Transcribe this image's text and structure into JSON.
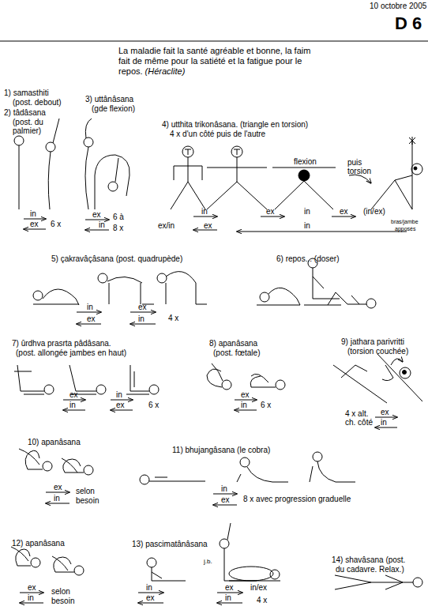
{
  "diagram": {
    "title": "D 6",
    "labels": [
      "10 octobre 2005",
      "La maladie fait la santé agréable et bonne, la faim fait de même pour la satiété et la fatigue pour le repos.",
      "(Héraclite)",
      "1) samasthiti",
      "(post. debout)",
      "2) tâdâsana",
      "(post. du",
      "palmier)",
      "in",
      "ex",
      "6 x",
      "3) uttânâsana",
      "(gde flexion)",
      "ex",
      "in",
      "6 à",
      "8 x",
      "4) utthita trikonâsana. (triangle en torsion)",
      "4 x d'un côté puis de l'autre",
      "flexion",
      "puis",
      "torsion",
      "in",
      "ex/in",
      "ex",
      "ex",
      "in",
      "ex",
      "(in/ex)",
      "in",
      "bras/jambe",
      "apposés",
      "5) çakravâçâsana (post. quadrupède)",
      "in",
      "ex",
      "ex",
      "in",
      "4 x",
      "6) repos... (doser)",
      "7) ûrdhva prasrta pâdâsana.",
      "(post. allongée jambes en haut)",
      "ex",
      "in",
      "in",
      "ex",
      "6 x",
      "8) apanâsana",
      "(post. fœtale)",
      "ex",
      "in",
      "6 x",
      "9) jathara parivritti",
      "(torsion couchée)",
      "4 x alt.",
      "ch. côté",
      "ex",
      "in",
      "10) apanâsana",
      "ex",
      "in",
      "selon",
      "besoin",
      "11) bhujangâsana (le cobra)",
      "in",
      "ex",
      "8 x avec progression graduelle",
      "12) apanâsana",
      "ex",
      "in",
      "selon",
      "besoin",
      "13) pascimatânâsana",
      "j.b.",
      "in",
      "ex",
      "ex",
      "in",
      "in/ex",
      "4 x",
      "14) shavâsana (post.",
      "du cadavre. Relax.)"
    ]
  }
}
